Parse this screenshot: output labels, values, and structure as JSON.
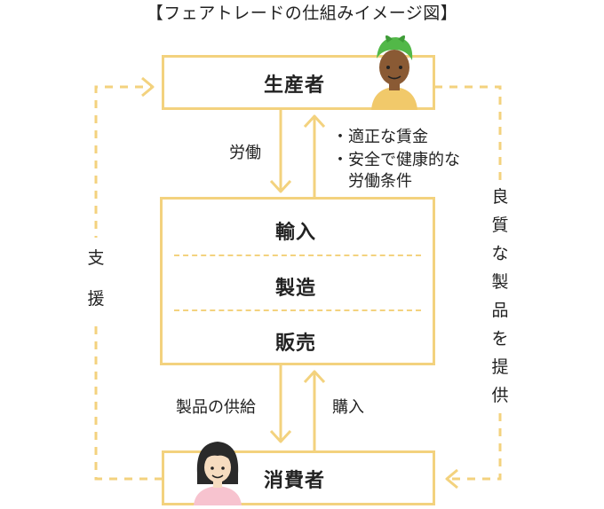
{
  "title": "【フェアトレードの仕組みイメージ図】",
  "producer": {
    "label": "生産者"
  },
  "middle": {
    "items": [
      "輸入",
      "製造",
      "販売"
    ]
  },
  "consumer": {
    "label": "消費者"
  },
  "flows": {
    "labor": "労働",
    "wage_lines": [
      "・適正な賃金",
      "・安全で健康的な",
      "　労働条件"
    ],
    "supply": "製品の供給",
    "purchase": "購入"
  },
  "left_vertical": "支援",
  "right_vertical": "良質な製品を提供",
  "colors": {
    "accent": "#f3d27e",
    "green": "#52b848",
    "skin_dark": "#8a5a34",
    "shirt_yellow": "#f1c96a",
    "shirt_pink": "#f7c3cf"
  }
}
